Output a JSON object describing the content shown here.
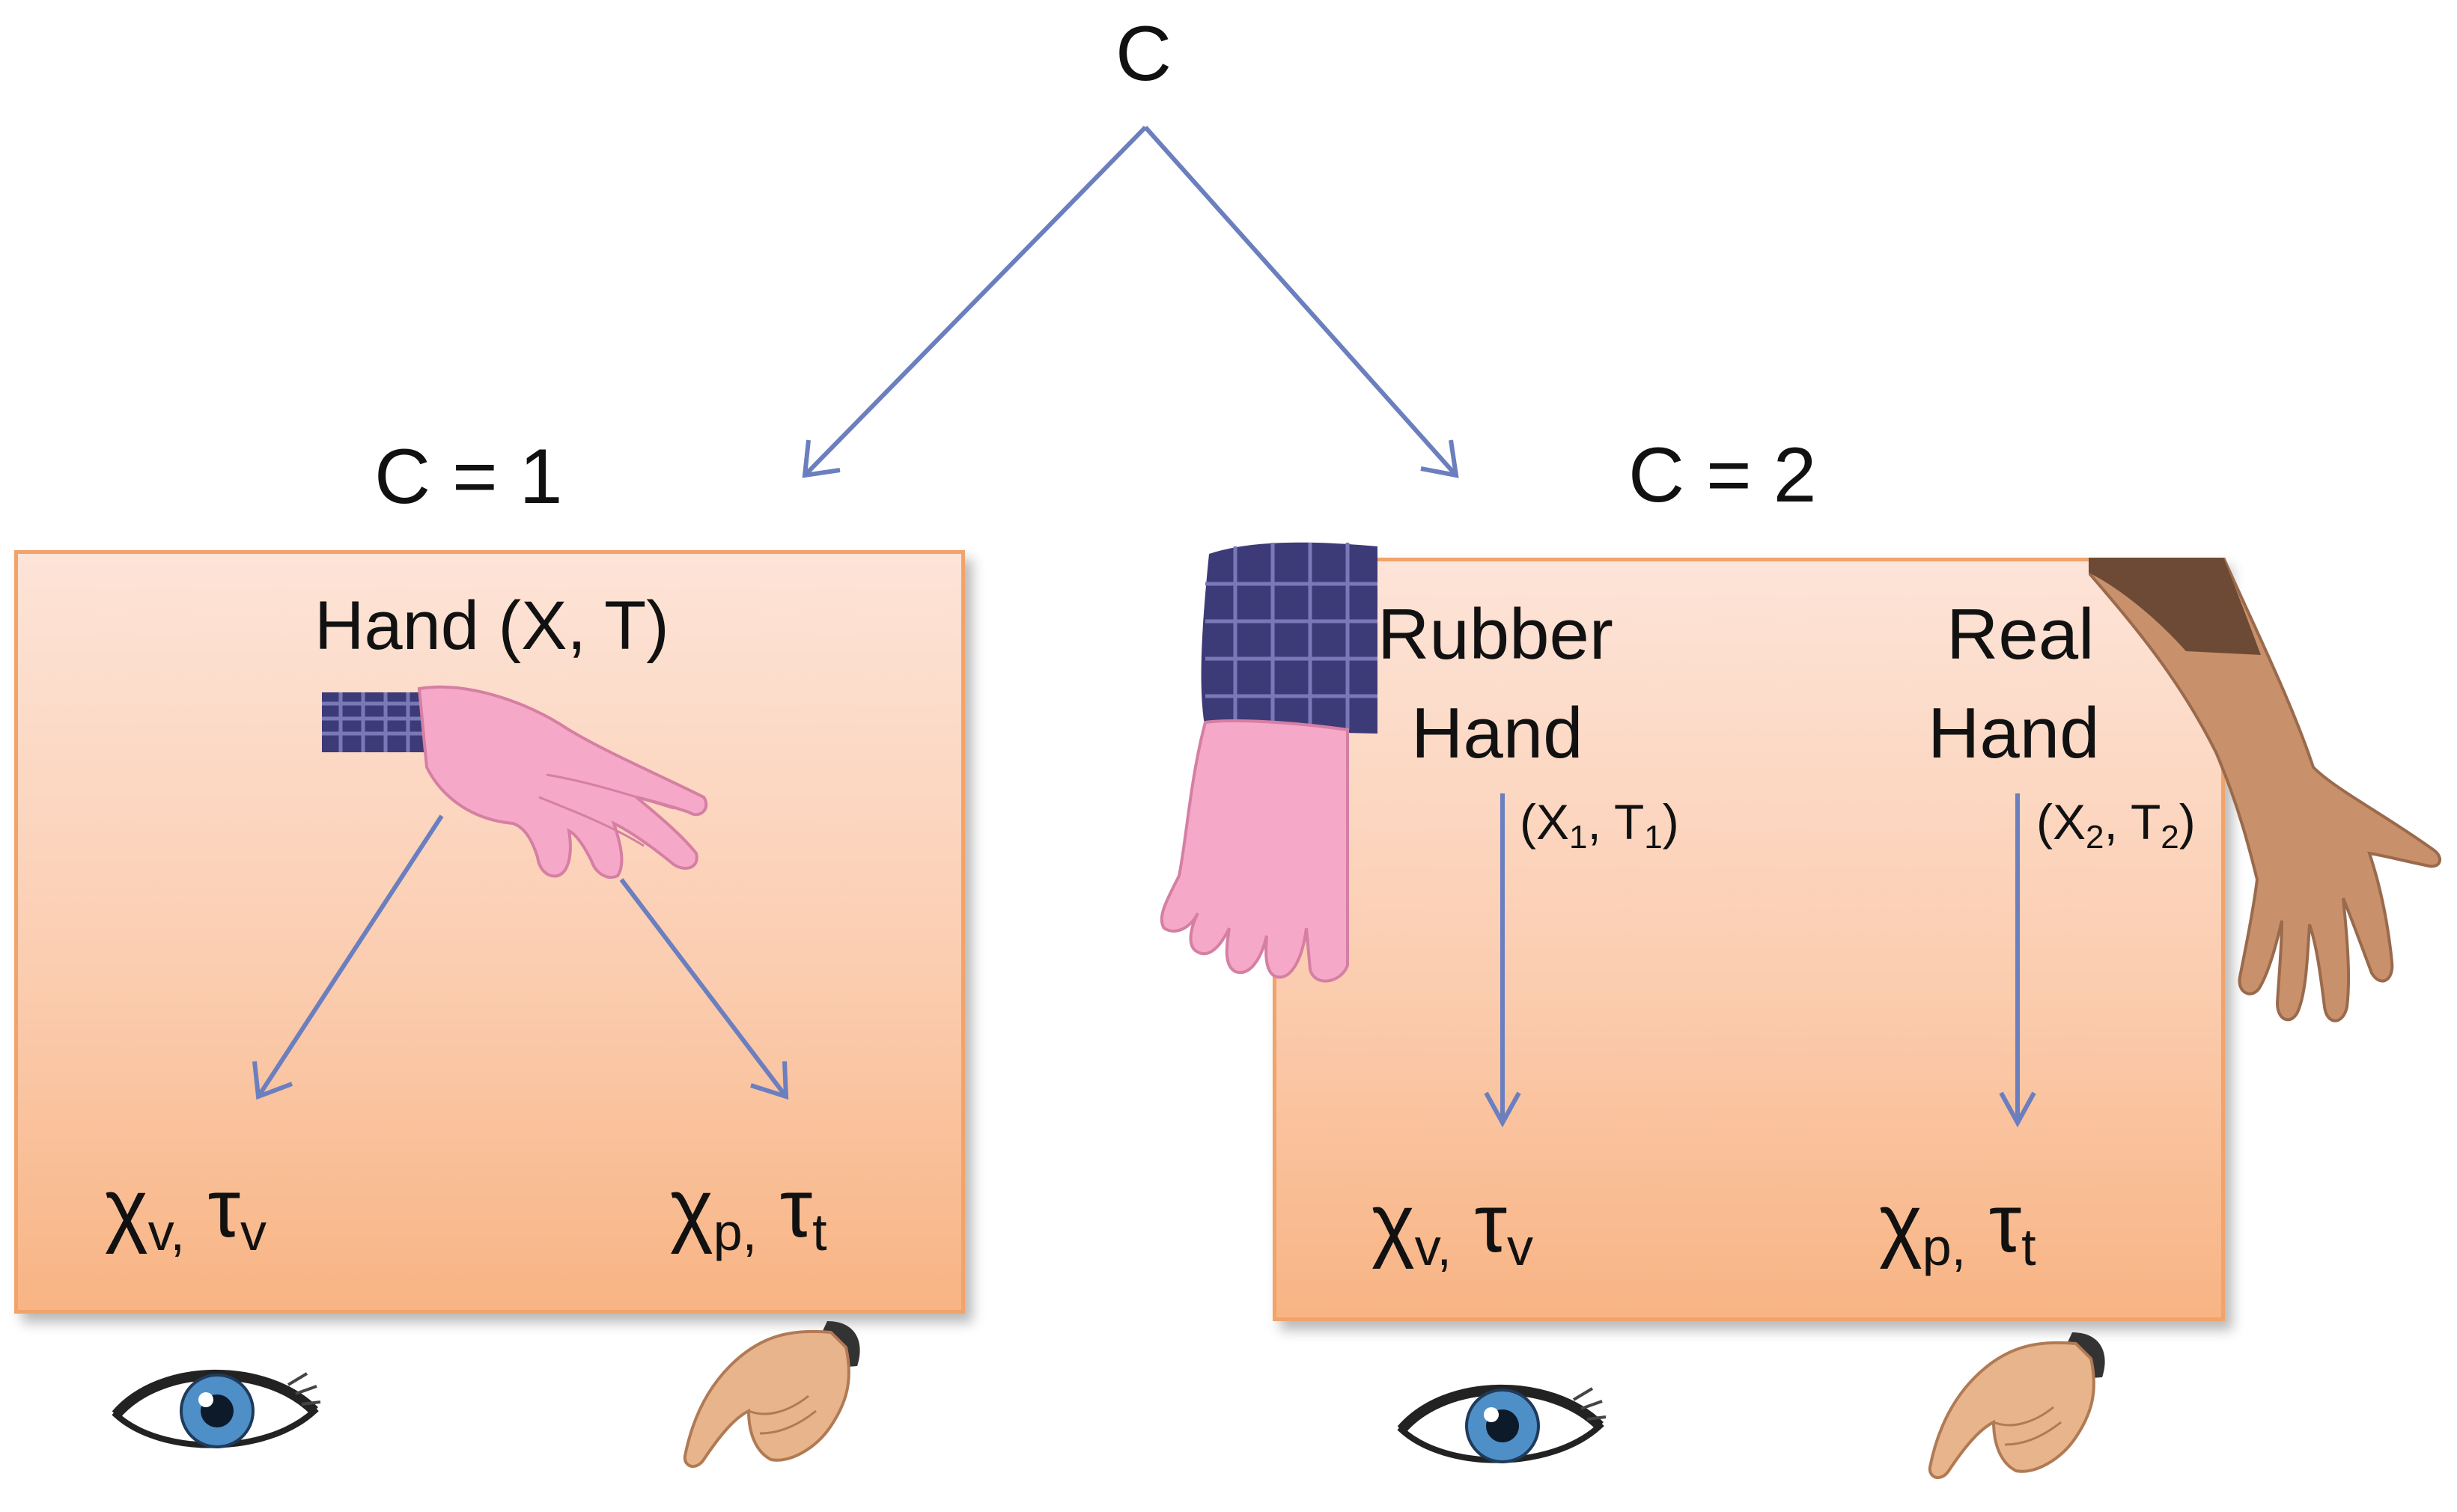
{
  "diagram": {
    "top_node": "C",
    "left_branch": {
      "title": "C = 1",
      "node_label": "Hand (X, T)",
      "leaf_left": {
        "main": "χ",
        "sub": "v,",
        "main2": "τ",
        "sub2": "v"
      },
      "leaf_right": {
        "main": "χ",
        "sub": "p,",
        "main2": "τ",
        "sub2": "t"
      }
    },
    "right_branch": {
      "title": "C = 2",
      "left_node": {
        "line1": "Rubber",
        "line2": "Hand",
        "param": "(X",
        "param_sub1": "1",
        "param_mid": ", T",
        "param_sub2": "1",
        "param_end": ")"
      },
      "right_node": {
        "line1": "Real",
        "line2": "Hand",
        "param": "(X",
        "param_sub1": "2",
        "param_mid": ", T",
        "param_sub2": "2",
        "param_end": ")"
      },
      "leaf_left": {
        "main": "χ",
        "sub": "v,",
        "main2": "τ",
        "sub2": "v"
      },
      "leaf_right": {
        "main": "χ",
        "sub": "p,",
        "main2": "τ",
        "sub2": "t"
      }
    },
    "colors": {
      "arrow": "#6b7fbf",
      "box_border": "#f1a36a",
      "box_top": "#fde4d8",
      "box_bottom": "#f8b484",
      "rubber_hand_skin": "#f5a8c8",
      "real_hand_skin": "#c9906c",
      "sleeve": "#3d3a78",
      "iris": "#4f8fc8"
    },
    "icons": [
      "rubber-hand-image",
      "real-hand-image",
      "eye-icon",
      "pointing-hand-icon"
    ]
  }
}
